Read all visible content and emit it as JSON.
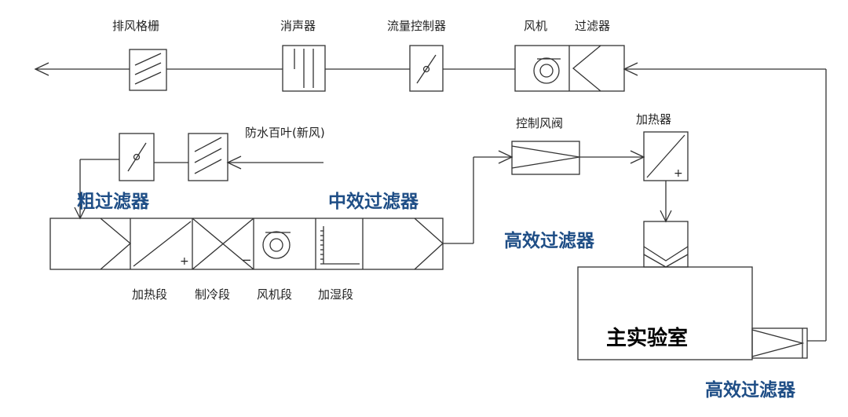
{
  "labels": {
    "exhaust_grille": "排风格栅",
    "silencer": "消声器",
    "flow_controller": "流量控制器",
    "exhaust_fan": "风机",
    "exhaust_filter": "过滤器",
    "louver": "防水百叶(新风)",
    "control_damper": "控制风阀",
    "reheater": "加热器",
    "coarse_filter": "粗过滤器",
    "medium_filter": "中效过滤器",
    "hepa_supply": "高效过滤器",
    "heating_section": "加热段",
    "cooling_section": "制冷段",
    "fan_section": "风机段",
    "humidify_section": "加湿段",
    "main_lab": "主实验室",
    "hepa_exhaust": "高效过滤器"
  },
  "symbols": {
    "plus": "+",
    "minus": "−"
  },
  "colors": {
    "line": "#333333",
    "highlight_text": "#1f4e86"
  }
}
